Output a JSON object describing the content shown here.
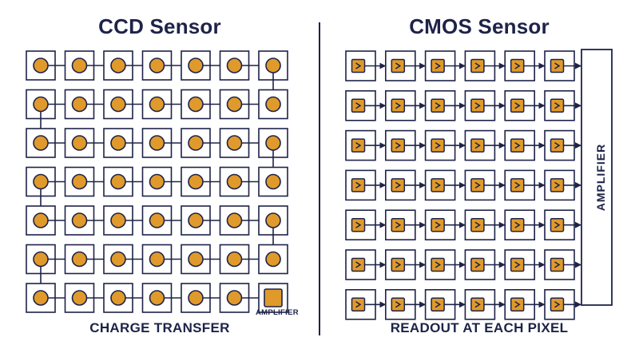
{
  "ccd": {
    "title": "CCD Sensor",
    "caption": "CHARGE TRANSFER",
    "amplifier_label": "AMPLIFIER",
    "rows": 7,
    "cols": 7
  },
  "cmos": {
    "title": "CMOS Sensor",
    "caption": "READOUT AT EACH PIXEL",
    "amplifier_label": "AMPLIFIER",
    "rows": 7,
    "cols": 6
  },
  "colors": {
    "ink": "#1e2348",
    "pixel_fill": "#e09a2b"
  },
  "icons": {
    "pixel_charge": "circle",
    "pixel_amplifier": "triangle-in-square"
  }
}
